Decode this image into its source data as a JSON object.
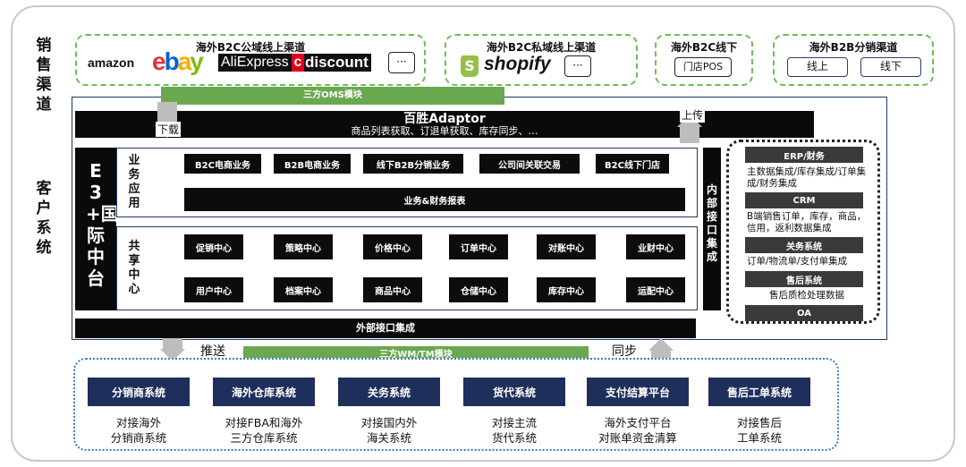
{
  "side_labels": {
    "sales_channel": "销售渠道",
    "customer_system": "客户系统"
  },
  "channels": {
    "b2c_public": {
      "title": "海外B2C公域线上渠道",
      "logos": [
        "amazon",
        "ebay",
        "AliExpress",
        "cdiscount"
      ],
      "more": "···"
    },
    "b2c_private": {
      "title": "海外B2C私域线上渠道",
      "logo": "shopify",
      "more": "···"
    },
    "b2c_offline": {
      "title": "海外B2C线下",
      "button": "门店POS"
    },
    "b2b": {
      "title": "海外B2B分销渠道",
      "buttons": [
        "线上",
        "线下"
      ]
    }
  },
  "oms_bar": "三方OMS模块",
  "adaptor": {
    "title": "百胜Adaptor",
    "subtitle": "商品列表获取、订退单获取、库存同步、…"
  },
  "arrows": {
    "download": "下载",
    "upload": "上传",
    "push": "推送",
    "sync": "同步"
  },
  "e3_label": "E3+国际中台",
  "business_app": {
    "label": "业务应用",
    "items": [
      "B2C电商业务",
      "B2B电商业务",
      "线下B2B分销业务",
      "公司间关联交易",
      "B2C线下门店"
    ],
    "report": "业务&财务报表"
  },
  "shared_center": {
    "label": "共享中心",
    "row1": [
      "促销中心",
      "策略中心",
      "价格中心",
      "订单中心",
      "对账中心",
      "业财中心"
    ],
    "row2": [
      "用户中心",
      "档案中心",
      "商品中心",
      "仓储中心",
      "库存中心",
      "运配中心"
    ]
  },
  "internal_integration": "内部接口集成",
  "external_integration": "外部接口集成",
  "wm_bar": "三方WM/TM模块",
  "erp_panel": [
    {
      "header": "ERP/财务",
      "text": "主数据集成/库存集成/订单集成/财务集成"
    },
    {
      "header": "CRM",
      "text": "B端销售订单，库存，商品，信用，返利数据集成"
    },
    {
      "header": "关务系统",
      "text": "订单/物流单/支付单集成"
    },
    {
      "header": "售后系统",
      "text": "售后质检处理数据"
    },
    {
      "header": "OA",
      "text": ""
    }
  ],
  "external_systems": [
    {
      "name": "分销商系统",
      "desc": [
        "对接海外",
        "分销商系统"
      ]
    },
    {
      "name": "海外仓库系统",
      "desc": [
        "对接FBA和海外",
        "三方仓库系统"
      ]
    },
    {
      "name": "关务系统",
      "desc": [
        "对接国内外",
        "海关系统"
      ]
    },
    {
      "name": "货代系统",
      "desc": [
        "对接主流",
        "货代系统"
      ]
    },
    {
      "name": "支付结算平台",
      "desc": [
        "海外支付平台",
        "对账单资金清算"
      ]
    },
    {
      "name": "售后工单系统",
      "desc": [
        "对接售后",
        "工单系统"
      ]
    }
  ],
  "colors": {
    "green": "#6aa84f",
    "navy": "#1f2f5c",
    "black": "#0a0a0a",
    "cdiscount_red": "#e3001b",
    "ebay_red": "#e53238",
    "ebay_blue": "#0064d2",
    "ebay_yellow": "#f5af02",
    "ebay_green": "#86b817",
    "shopify_green": "#95bf47"
  }
}
